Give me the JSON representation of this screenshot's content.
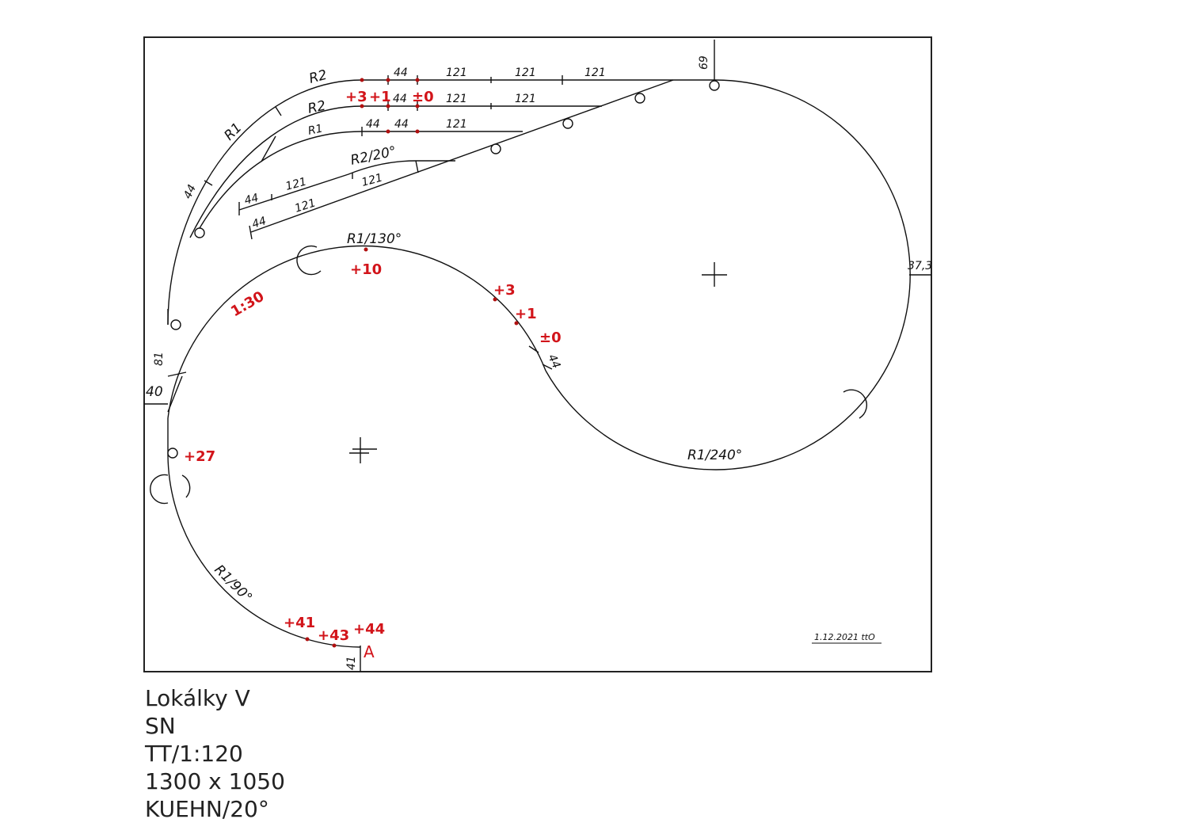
{
  "plan": {
    "labels": {
      "r2_top": "R2",
      "r2_mid": "R2",
      "r1_top": "R1",
      "r1_inner": "R1",
      "r2_20": "R2/20°",
      "r1_130": "R1/130°",
      "r1_240": "R1/240°",
      "r1_90": "R1/90°",
      "l44_a": "44",
      "l121_a": "121",
      "l121_b": "121",
      "l121_c": "121",
      "l44_b": "44",
      "l121_d": "121",
      "l121_e": "121",
      "l44_c": "44",
      "l44_d": "44",
      "l121_f": "121",
      "l121_g": "121",
      "l121_h": "121",
      "l44_e": "44",
      "l121_i": "121",
      "l44_f": "44",
      "l44_left": "44",
      "l44_s": "44",
      "dim_69": "69",
      "dim_373": "37,3",
      "dim_81": "81",
      "dim_40": "40",
      "dim_41": "41",
      "date": "1.12.2021 ttO"
    },
    "heights": {
      "h_p3": "+3",
      "h_p1": "+1",
      "h_0": "±0",
      "h_p10": "+10",
      "h_s3": "+3",
      "h_s1": "+1",
      "h_s0": "±0",
      "h_p27": "+27",
      "h_p41": "+41",
      "h_p43": "+43",
      "h_p44": "+44",
      "grade": "1:30",
      "point_a": "A"
    }
  },
  "caption": {
    "lines": [
      "Lokálky V",
      "SN",
      "TT/1:120",
      "1300 x 1050",
      "KUEHN/20°"
    ]
  }
}
